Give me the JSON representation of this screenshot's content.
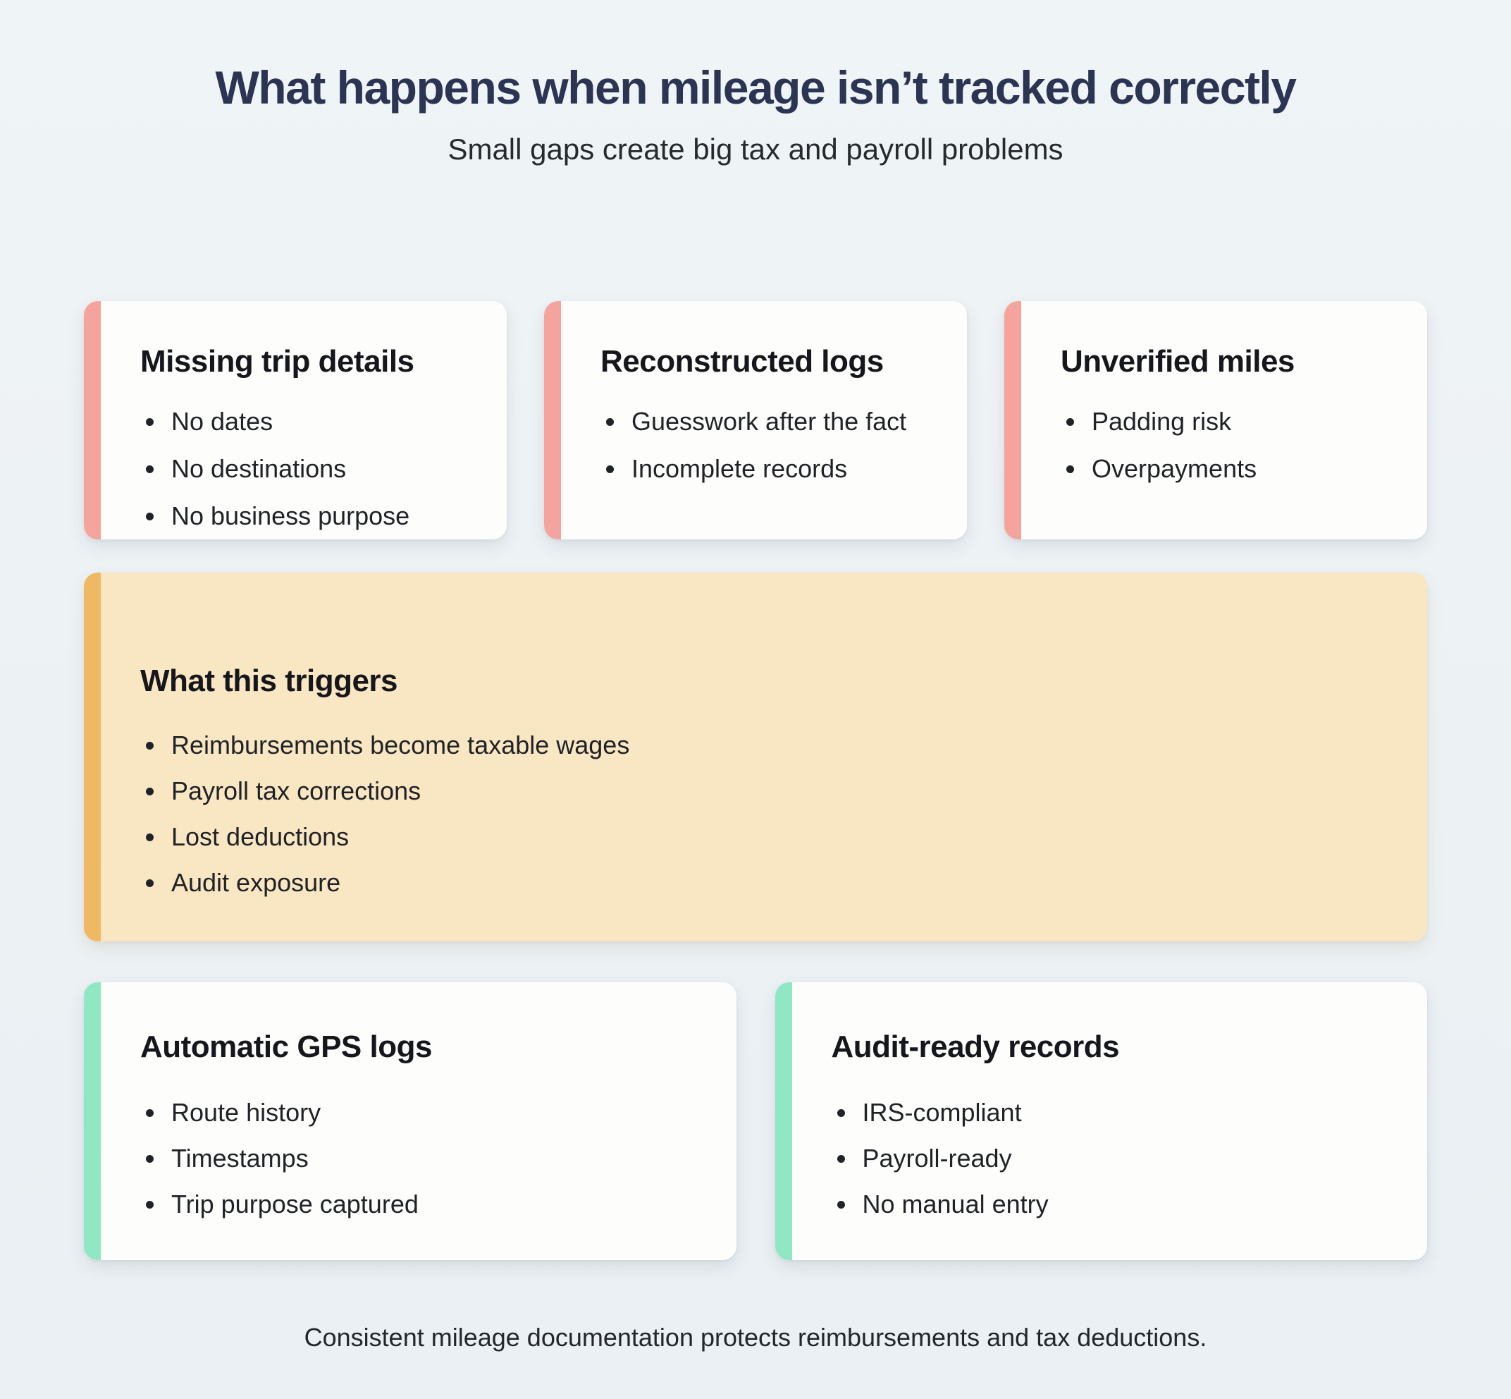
{
  "header": {
    "title": "What happens when mileage isn’t tracked correctly",
    "subtitle": "Small gaps create big tax and payroll problems"
  },
  "problem_cards": [
    {
      "title": "Missing trip details",
      "accent_color": "#F5A49D",
      "bullets": [
        "No dates",
        "No destinations",
        "No business purpose"
      ]
    },
    {
      "title": "Reconstructed logs",
      "accent_color": "#F5A49D",
      "bullets": [
        "Guesswork after the fact",
        "Incomplete records"
      ]
    },
    {
      "title": "Unverified miles",
      "accent_color": "#F5A49D",
      "bullets": [
        "Padding risk",
        "Overpayments"
      ]
    }
  ],
  "trigger_card": {
    "title": "What this triggers",
    "accent_color": "#EFB964",
    "background_color": "#F9E6C2",
    "bullets": [
      "Reimbursements become taxable wages",
      "Payroll tax corrections",
      "Lost deductions",
      "Audit exposure"
    ]
  },
  "solution_cards": [
    {
      "title": "Automatic GPS logs",
      "accent_color": "#8FE8C3",
      "bullets": [
        "Route history",
        "Timestamps",
        "Trip purpose captured"
      ]
    },
    {
      "title": "Audit-ready records",
      "accent_color": "#8FE8C3",
      "bullets": [
        "IRS-compliant",
        "Payroll-ready",
        "No manual entry"
      ]
    }
  ],
  "footer": {
    "note": "Consistent mileage documentation protects reimbursements and tax deductions."
  },
  "colors": {
    "background": "#EDF1F4",
    "title_navy": "#2B3452",
    "card_background": "#FDFDFB"
  }
}
